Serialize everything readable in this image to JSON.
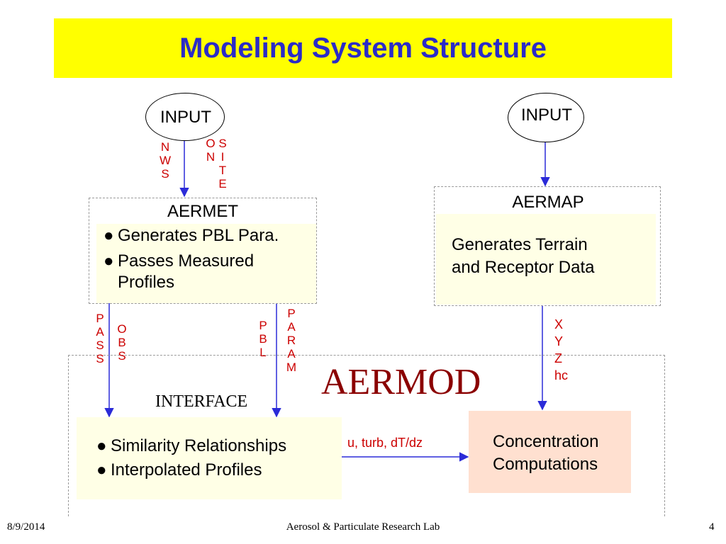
{
  "slide": {
    "title": "Modeling System Structure"
  },
  "left_input": {
    "label": "INPUT"
  },
  "right_input": {
    "label": "INPUT"
  },
  "nws_label": [
    "N",
    "W",
    "S"
  ],
  "onsite_label": {
    "col1": [
      "O",
      "N"
    ],
    "col2": [
      "S",
      "I",
      "T",
      "E"
    ]
  },
  "aermet": {
    "title": "AERMET",
    "bullet1": "Generates PBL Para.",
    "bullet2_line1": "Passes Measured",
    "bullet2_line2": "Profiles"
  },
  "aermap": {
    "title": "AERMAP",
    "line1": "Generates Terrain",
    "line2": "and Receptor Data"
  },
  "pass_obs_label": {
    "col1": [
      "P",
      "A",
      "S",
      "S"
    ],
    "col2": [
      "O",
      "B",
      "S"
    ]
  },
  "pbl_param_label": {
    "col1": [
      "P",
      "B",
      "L"
    ],
    "col2": [
      "P",
      "A",
      "R",
      "A",
      "M"
    ]
  },
  "xyzhc_label": [
    "X",
    "Y",
    "Z",
    "hc"
  ],
  "aermod": {
    "title": "AERMOD",
    "interface_label": "INTERFACE"
  },
  "interface_box": {
    "bullet1": "Similarity Relationships",
    "bullet2": "Interpolated Profiles"
  },
  "flow_label": "u, turb, dT/dz",
  "concentration_box": {
    "line1": "Concentration",
    "line2": "Computations"
  },
  "footer": {
    "date": "8/9/2014",
    "center": "Aerosol & Particulate Research Lab",
    "page": "4"
  },
  "colors": {
    "title_band": "#ffff00",
    "title_text": "#2b2bc8",
    "annotation_red": "#cc0000",
    "aermod_title": "#8b0000",
    "arrow_blue": "#2b2bd8",
    "cream_box": "#ffffe6",
    "pink_box": "#ffe0d0"
  }
}
